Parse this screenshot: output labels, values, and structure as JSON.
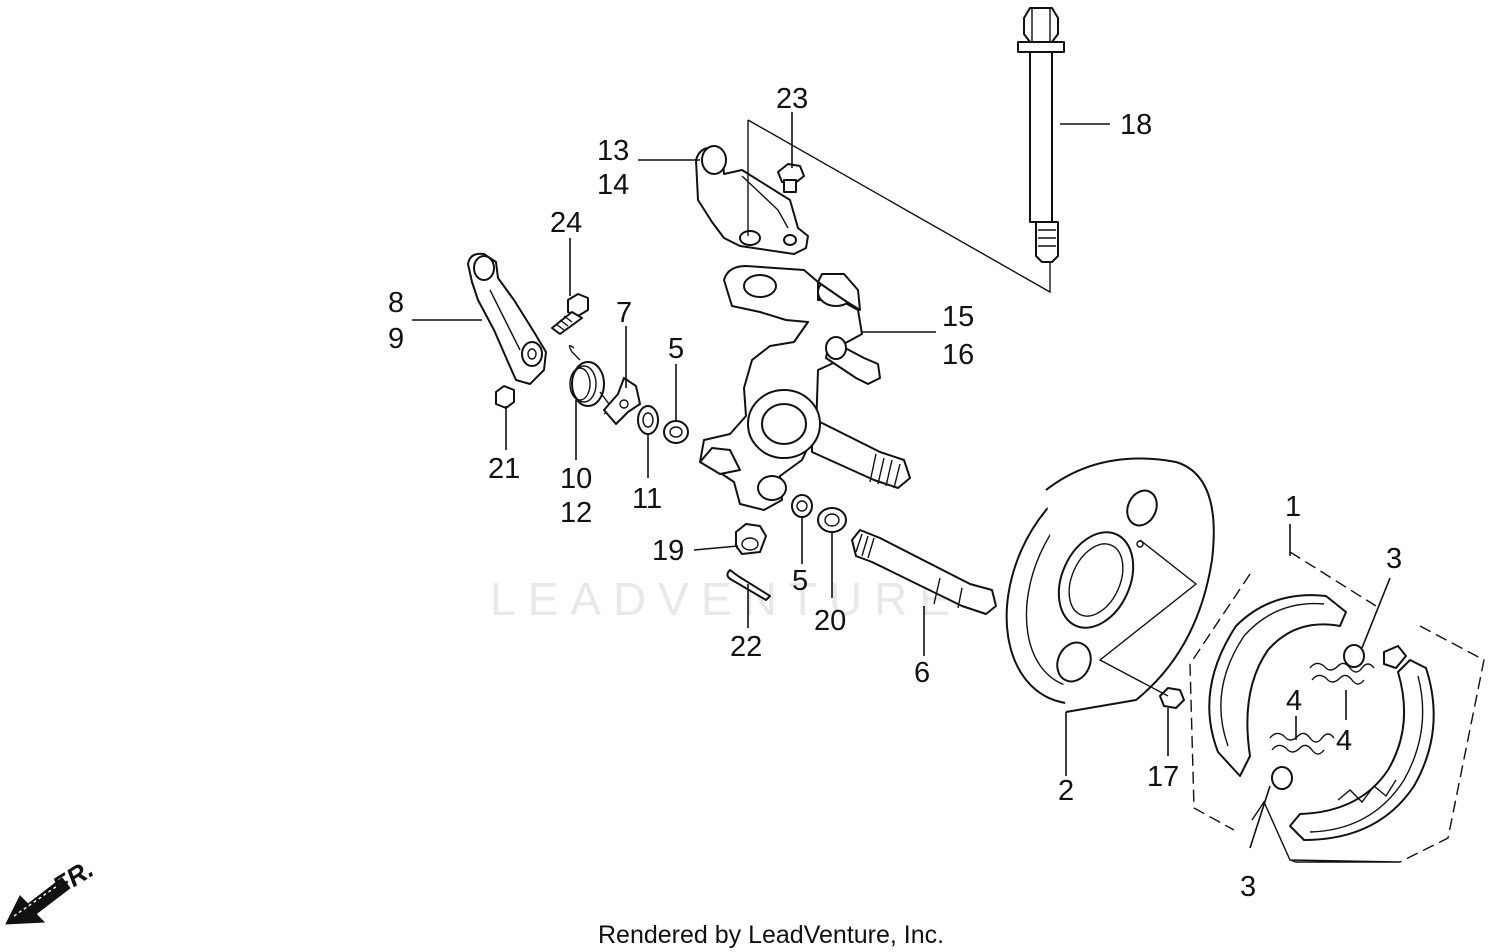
{
  "watermark": "LEADVENTURE",
  "credit": "Rendered by LeadVenture, Inc.",
  "direction_label": "FR.",
  "callouts": [
    "1",
    "2",
    "3",
    "3",
    "4",
    "4",
    "5",
    "5",
    "6",
    "7",
    "8",
    "9",
    "10",
    "11",
    "12",
    "13",
    "14",
    "15",
    "16",
    "17",
    "18",
    "19",
    "20",
    "21",
    "22",
    "23",
    "24"
  ]
}
